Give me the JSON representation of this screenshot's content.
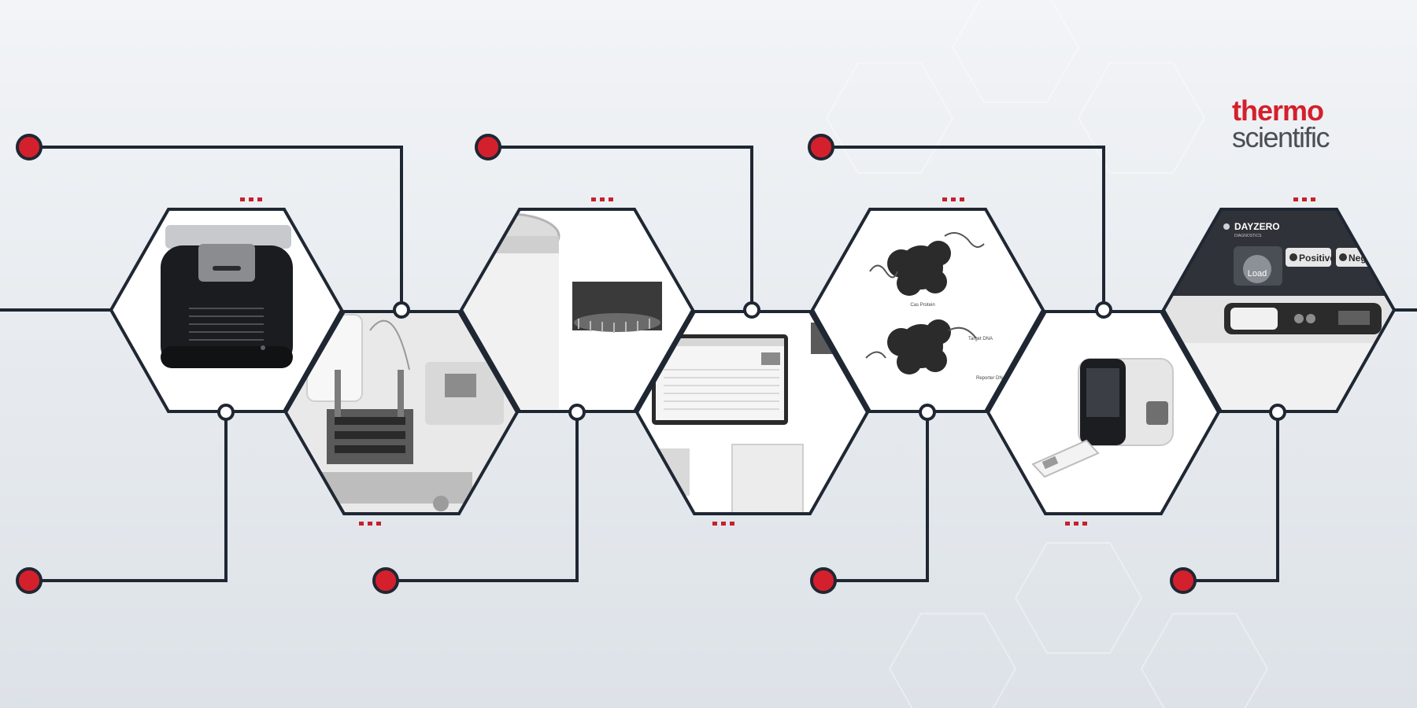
{
  "brand": {
    "line1": "thermo",
    "line2": "scientific"
  },
  "colors": {
    "line": "#1f2733",
    "accent": "#d4202c",
    "bg_top": "#eef1f4",
    "bg_bottom": "#dde2e8"
  },
  "devices": {
    "d1": {
      "icon": "real-time-pcr-instrument-icon"
    },
    "d2": {
      "icon": "pipetting-robot-icon"
    },
    "d3": {
      "icon": "sample-container-icon"
    },
    "d4": {
      "icon": "software-monitor-icon"
    },
    "d5": {
      "icon": "cas-protein-diagram-icon",
      "label_top": "Cas Protein",
      "label_target": "Target DNA",
      "label_reporter": "Reporter DNA"
    },
    "d6": {
      "icon": "rapid-test-analyzer-icon"
    },
    "d7": {
      "icon": "dayzero-analyzer-icon",
      "brand_name": "DAYZERO",
      "brand_sub": "DIAGNOSTICS",
      "load_label": "Load",
      "positive_label": "Positive",
      "negative_label": "Nega"
    }
  }
}
